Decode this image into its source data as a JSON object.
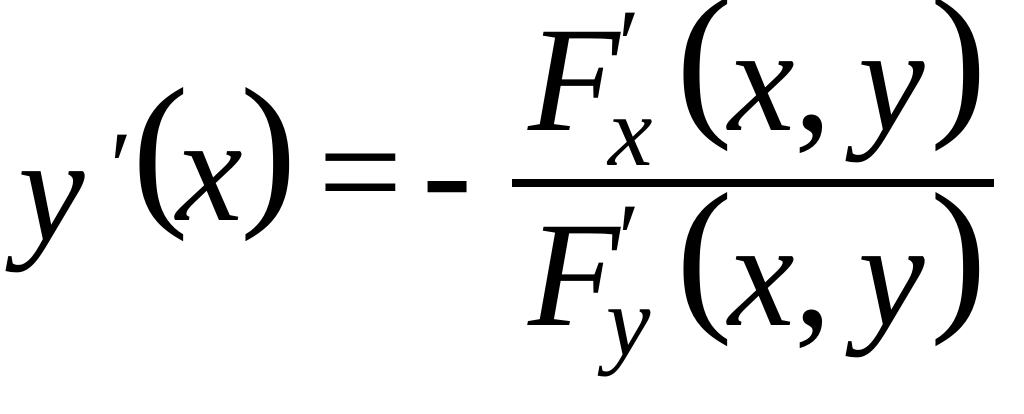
{
  "formula": {
    "lhs": {
      "func": "y",
      "prime": "′",
      "open_paren": "(",
      "var": "x",
      "close_paren": ")"
    },
    "equals": "=",
    "minus": "-",
    "numerator": {
      "func": "F",
      "prime": "′",
      "subscript": "x",
      "open_paren": "(",
      "arg1": "x",
      "comma": ",",
      "arg2": "y",
      "close_paren": ")"
    },
    "denominator": {
      "func": "F",
      "prime": "′",
      "subscript": "y",
      "open_paren": "(",
      "arg1": "x",
      "comma": ",",
      "arg2": "y",
      "close_paren": ")"
    }
  }
}
